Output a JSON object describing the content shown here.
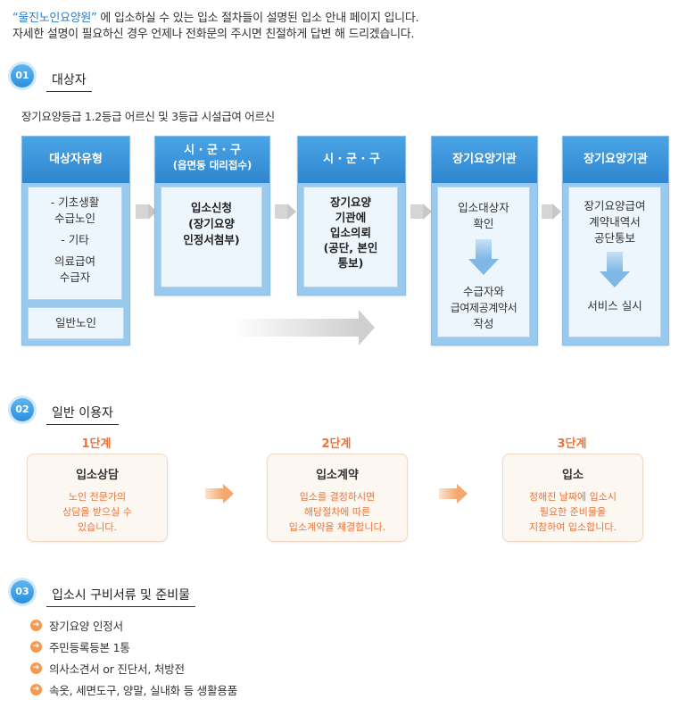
{
  "intro": {
    "line1_quote": "“울진노인요양원”",
    "line1_rest": " 에  입소하실 수 있는 입소 절차들이 설명된 입소 안내 페이지 입니다.",
    "line2": "자세한 설명이 필요하신 경우 언제나 전화문의 주시면 친절하게 답변 해 드리겠습니다."
  },
  "section1": {
    "number": "01",
    "title": "대상자",
    "subtitle": "장기요양등급 1.2등급 어르신 및 3등급 시설급여 어르신",
    "columns": [
      {
        "head": "대상자유형",
        "items": [
          "- 기초생활",
          "수급노인",
          "- 기타",
          "의료급여",
          "수급자"
        ],
        "footer": "일반노인"
      },
      {
        "head_line1": "시 · 군 · 구",
        "head_line2": "(읍면동 대리접수)",
        "body": [
          "입소신청",
          "(장기요양",
          "인정서첨부)"
        ]
      },
      {
        "head": "시 · 군 · 구",
        "body": [
          "장기요양",
          "기관에",
          "입소의뢰",
          "(공단, 본인",
          "통보)"
        ]
      },
      {
        "head": "장기요양기관",
        "top": [
          "입소대상자",
          "확인"
        ],
        "bottom": [
          "수급자와",
          "급여제공계약서",
          "작성"
        ]
      },
      {
        "head": "장기요양기관",
        "top": [
          "장기요양급여",
          "계약내역서",
          "공단통보"
        ],
        "bottom": [
          "서비스 실시"
        ]
      }
    ]
  },
  "section2": {
    "number": "02",
    "title": "일반 이용자",
    "steps": [
      {
        "label": "1단계",
        "title": "입소상담",
        "desc": [
          "노인 전문가의",
          "상담을 받으실 수",
          "있습니다."
        ]
      },
      {
        "label": "2단계",
        "title": "입소계약",
        "desc": [
          "입소를 결정하시면",
          "해당절차에 따른",
          "입소계약을 체결합니다."
        ]
      },
      {
        "label": "3단계",
        "title": "입소",
        "desc": [
          "정해진 날짜에 입소시",
          "필요한 준비물을",
          "지참하여 입소합니다."
        ]
      }
    ]
  },
  "section3": {
    "number": "03",
    "title": "입소시 구비서류 및 준비물",
    "items": [
      "장기요양 인정서",
      "주민등록등본 1통",
      "의사소견서 or 진단서, 처방전",
      "속옷, 세면도구, 양말, 실내화 등 생활용품"
    ],
    "bullet_glyph": "➔"
  },
  "colors": {
    "accent_blue": "#2f86cf",
    "accent_orange": "#e8743b"
  }
}
